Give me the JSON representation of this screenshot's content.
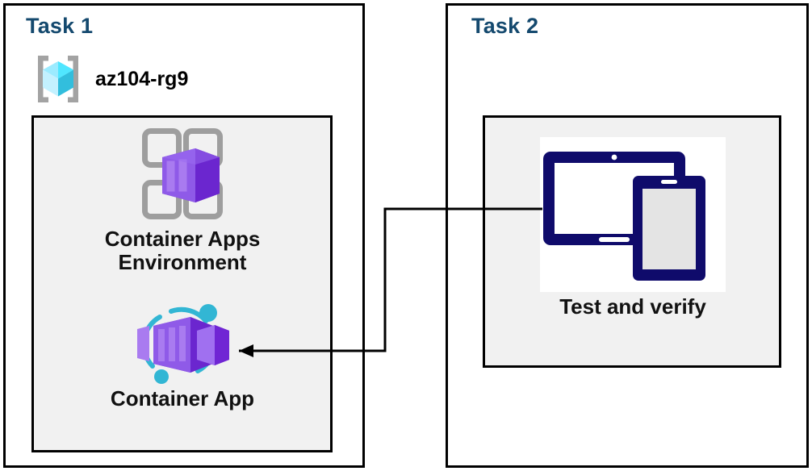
{
  "diagram": {
    "title": "Azure Container Apps task diagram",
    "background": "#ffffff",
    "colors": {
      "task_heading": "#14496e",
      "panel_border": "#000000",
      "group_fill": "#f1f1f1",
      "caption_text": "#111111",
      "container_purple": "#7d33d6",
      "container_purple_light": "#a97bf0",
      "accent_cyan": "#32b6d4",
      "resource_group_cyan": "#50e6ff",
      "device_navy": "#0f0b6b",
      "connector": "#000000"
    }
  },
  "tasks": [
    {
      "id": "task1",
      "title": "Task 1",
      "resource_group": {
        "icon": "resource-group-icon",
        "label": "az104-rg9"
      },
      "nodes": [
        {
          "id": "container-apps-environment",
          "icon": "container-apps-environment-icon",
          "caption": "Container Apps\nEnvironment"
        },
        {
          "id": "container-app",
          "icon": "container-app-icon",
          "caption": "Container App"
        }
      ]
    },
    {
      "id": "task2",
      "title": "Task 2",
      "nodes": [
        {
          "id": "test-and-verify",
          "icon": "devices-test-icon",
          "caption": "Test and verify"
        }
      ]
    }
  ],
  "connector": {
    "from": "test-and-verify",
    "to": "container-app",
    "style": "orthogonal-arrow",
    "arrow_direction": "left"
  }
}
